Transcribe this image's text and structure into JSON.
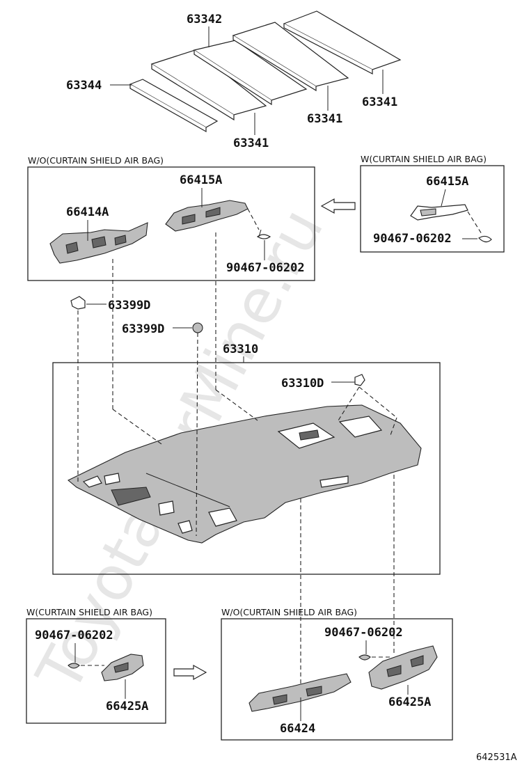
{
  "watermark": "ToyotaCarMine.ru",
  "diagram_code": "642531A",
  "headers": {
    "top_left": "W/O(CURTAIN SHIELD AIR BAG)",
    "top_right": "W(CURTAIN SHIELD AIR BAG)",
    "bottom_left": "W(CURTAIN SHIELD AIR BAG)",
    "bottom_right": "W/O(CURTAIN SHIELD AIR BAG)"
  },
  "labels": {
    "p63342": "63342",
    "p63344": "63344",
    "p63341_a": "63341",
    "p63341_b": "63341",
    "p63341_c": "63341",
    "p66415A_left": "66415A",
    "p66414A": "66414A",
    "p90467_top_left": "90467-06202",
    "p66415A_right": "66415A",
    "p90467_top_right": "90467-06202",
    "p63399D_a": "63399D",
    "p63399D_b": "63399D",
    "p63310": "63310",
    "p63310D": "63310D",
    "p90467_bottom_left": "90467-06202",
    "p66425A_left": "66425A",
    "p90467_bottom_right": "90467-06202",
    "p66425A_right": "66425A",
    "p66424": "66424"
  }
}
